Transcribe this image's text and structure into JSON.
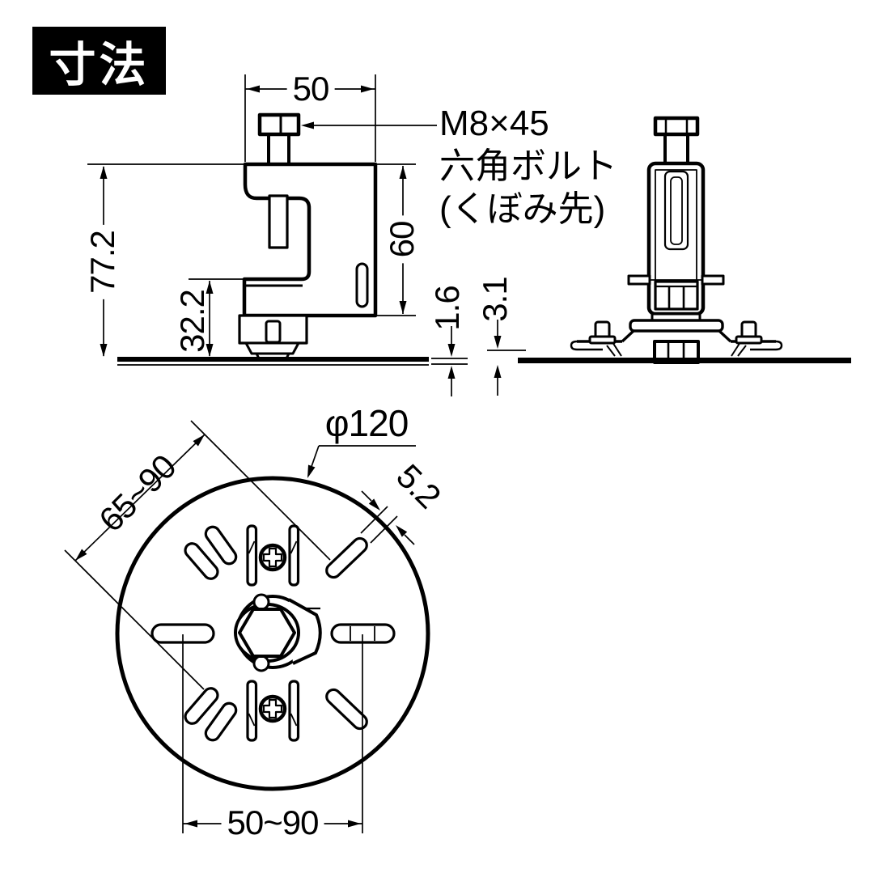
{
  "badge": {
    "label": "寸法"
  },
  "callout": {
    "line1": "M8×45",
    "line2": "六角ボルト",
    "line3": "(くぼみ先)"
  },
  "dims": {
    "top_width": "50",
    "overall_height": "77.2",
    "jaw_to_plate": "32.2",
    "body_height": "60",
    "left_plate_thickness": "1.6",
    "right_plate_height": "3.1",
    "plate_diameter": "φ120",
    "slot_width": "5.2",
    "diagonal_pitch": "65~90",
    "horizontal_pitch": "50~90"
  }
}
